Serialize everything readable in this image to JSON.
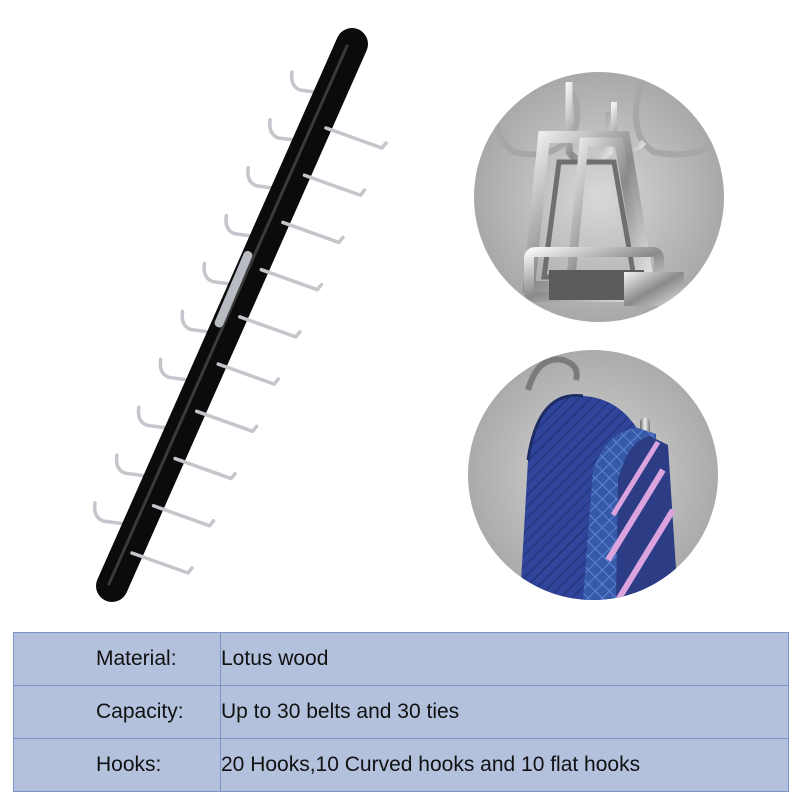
{
  "colors": {
    "table_fill": "#b3c1dd",
    "table_border": "#7d95c6",
    "rack_wood": "#141414",
    "hook_chrome": "#c9ccd1",
    "circle_background": "#c4c4c4",
    "tie_navy": "#2a3f8a",
    "tie_stripe": "#d79bd6"
  },
  "product_images": {
    "main": "tie-belt-rack-icon",
    "details": [
      "belt-buckles-on-hooks-icon",
      "ties-on-hook-icon"
    ]
  },
  "specs": [
    {
      "label": "Material:",
      "value": "Lotus wood"
    },
    {
      "label": "Capacity:",
      "value": "Up to 30 belts and 30 ties"
    },
    {
      "label": "Hooks:",
      "value": "20 Hooks,10 Curved hooks and 10 flat hooks"
    }
  ]
}
